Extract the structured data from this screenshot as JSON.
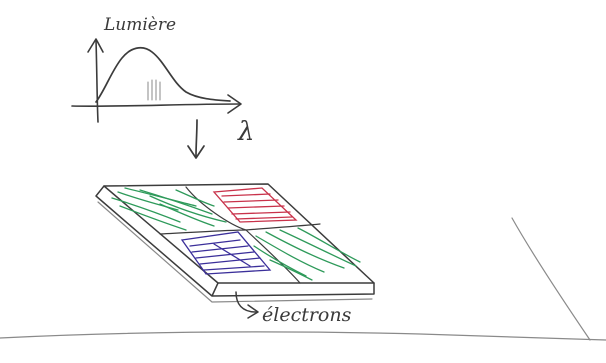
{
  "labels": {
    "light": "Lumière",
    "wavelength": "λ",
    "electrons": "électrons"
  },
  "colors": {
    "ink": "#3c3c3c",
    "green": "#2e9a5a",
    "red": "#c8324a",
    "blue": "#3b2f9a",
    "paper": "#ffffff"
  },
  "icons": {
    "flow_arrow": "down-arrow-icon",
    "output_arrow": "curved-arrow-icon"
  }
}
